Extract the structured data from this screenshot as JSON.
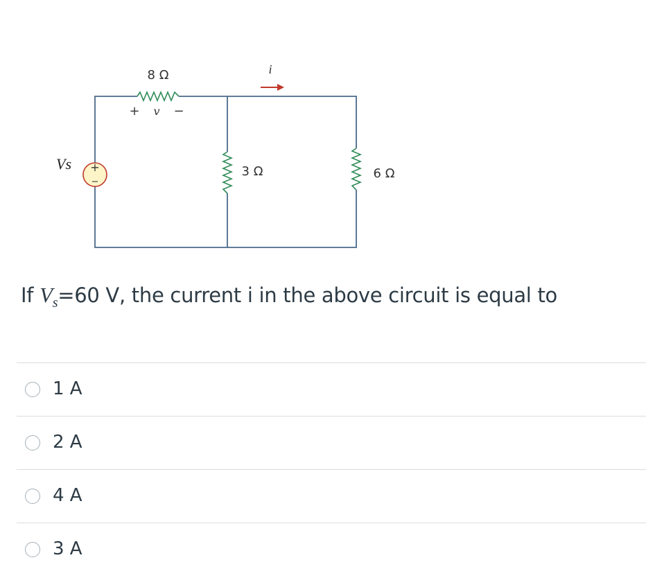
{
  "circuit": {
    "source_label": "Vs",
    "source_plus": "+",
    "source_minus": "−",
    "r1_label": "8 Ω",
    "r2_label": "3 Ω",
    "r3_label": "6 Ω",
    "v_plus": "+",
    "v_label": "v",
    "v_minus": "−",
    "current_label": "i"
  },
  "question": {
    "prefix": "If ",
    "var_main": "V",
    "var_sub": "s",
    "text": "=60 V, the current i in the above circuit is equal to"
  },
  "options": [
    {
      "label": "1 A"
    },
    {
      "label": "2 A"
    },
    {
      "label": "4 A"
    },
    {
      "label": "3 A"
    }
  ],
  "colors": {
    "wire": "#4a6a8a",
    "resistor": "#2e8b57",
    "arrow": "#c0392b",
    "source_fill": "#fdf4c8",
    "source_stroke": "#c0392b"
  }
}
